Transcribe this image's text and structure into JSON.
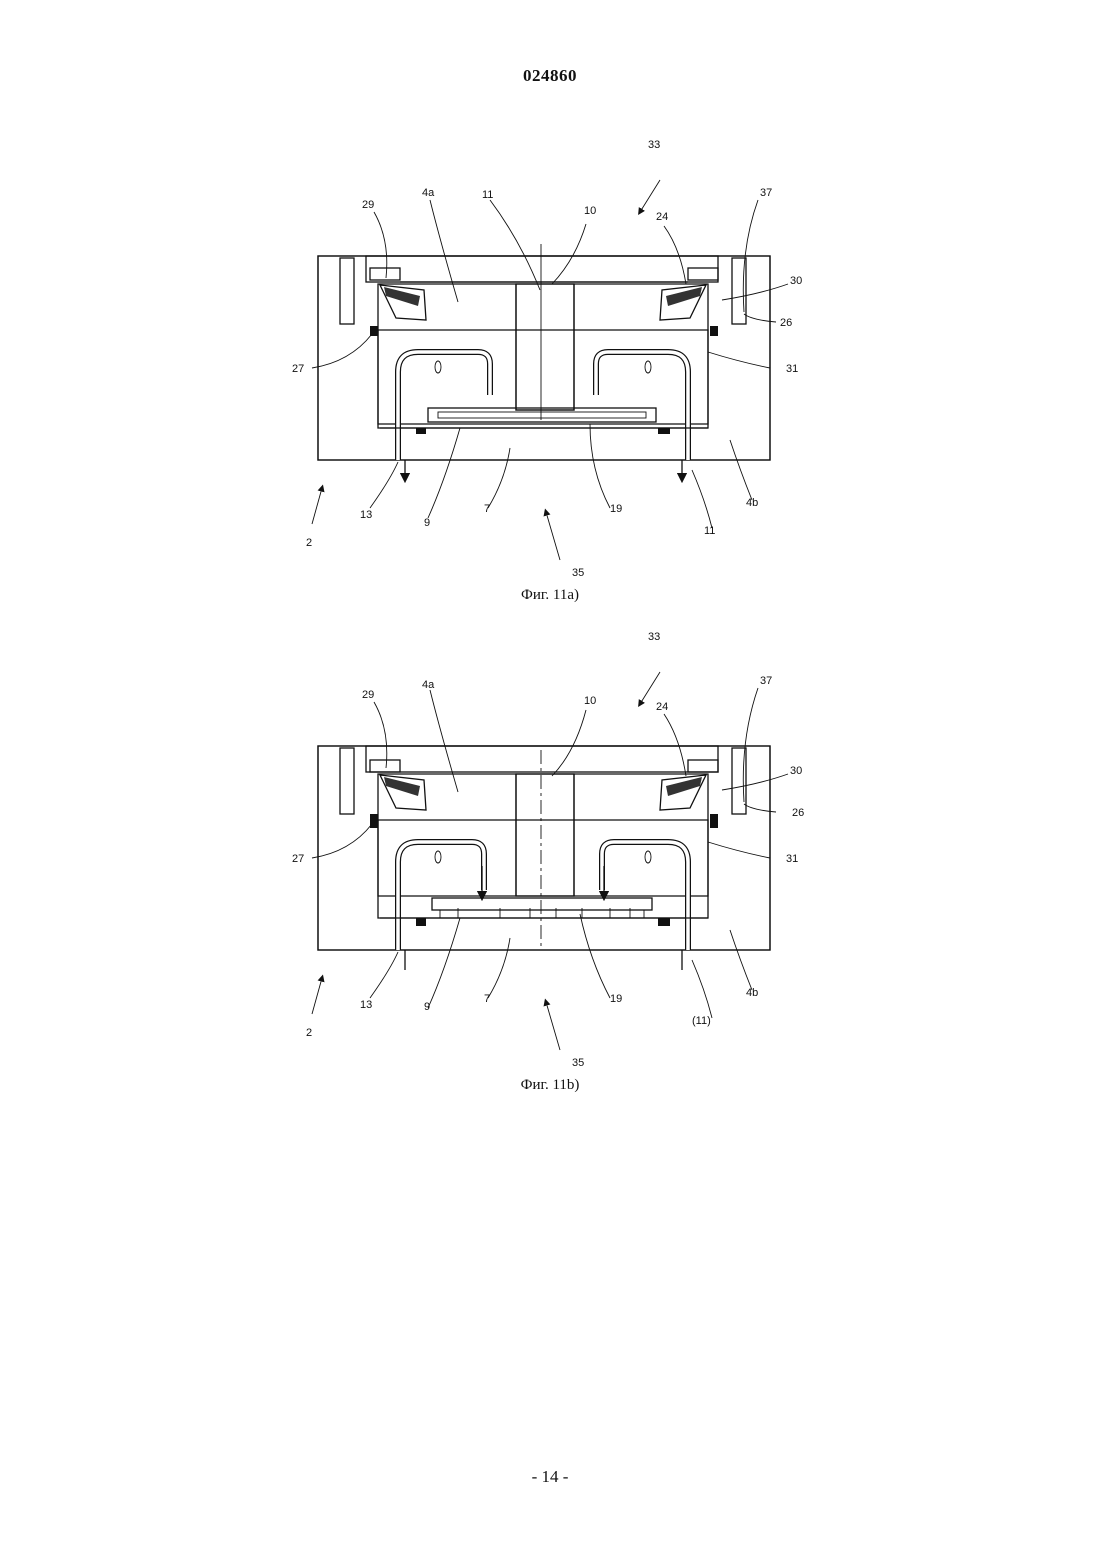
{
  "header": {
    "doc_number": "024860"
  },
  "footer": {
    "page_number": "- 14 -"
  },
  "figure_a": {
    "caption": "Фиг. 11a)",
    "labels": {
      "l33": "33",
      "l29": "29",
      "l4a": "4a",
      "l11top": "11",
      "l10": "10",
      "l24": "24",
      "l37": "37",
      "l30": "30",
      "l26": "26",
      "l27": "27",
      "l31": "31",
      "l13": "13",
      "l9": "9",
      "l7": "7",
      "l19": "19",
      "l11bot": "11",
      "l4b": "4b",
      "l2": "2",
      "l35": "35"
    }
  },
  "figure_b": {
    "caption": "Фиг. 11b)",
    "labels": {
      "l33": "33",
      "l29": "29",
      "l4a": "4a",
      "l10": "10",
      "l24": "24",
      "l37": "37",
      "l30": "30",
      "l26": "26",
      "l27": "27",
      "l31": "31",
      "l13": "13",
      "l9": "9",
      "l7": "7",
      "l19": "19",
      "l11bot": "(11)",
      "l4b": "4b",
      "l2": "2",
      "l35": "35"
    }
  }
}
